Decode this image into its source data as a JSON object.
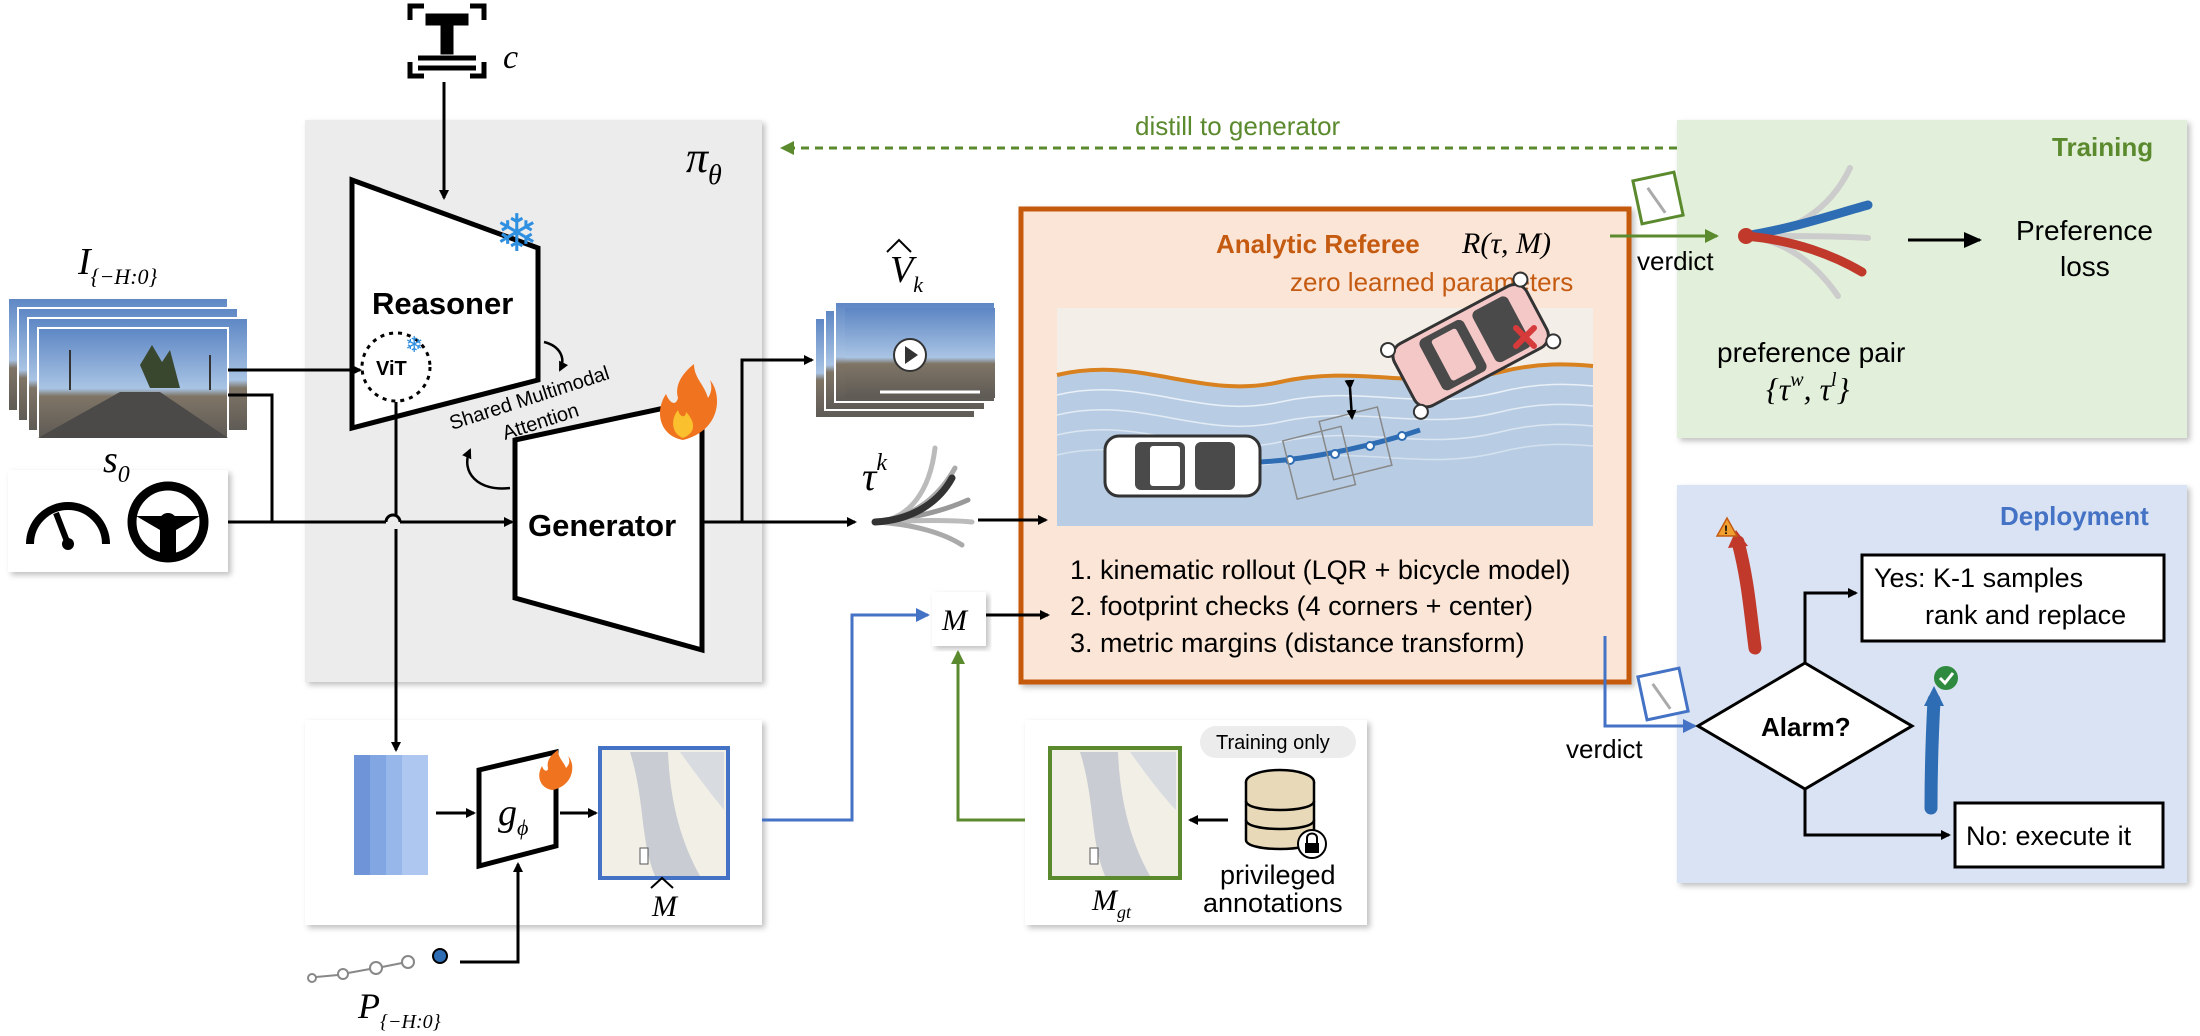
{
  "text_input": {
    "symbol": "c"
  },
  "policy": {
    "symbol": "π",
    "subscript": "θ"
  },
  "images_input": {
    "symbol": "I",
    "subscript": "{−H:0}"
  },
  "state_input": {
    "symbol": "s",
    "subscript": "0"
  },
  "reasoner": {
    "label": "Reasoner",
    "vit_label": "ViT"
  },
  "shared_attention": {
    "line1": "Shared Multimodal",
    "line2": "Attention"
  },
  "generator": {
    "label": "Generator"
  },
  "video_output": {
    "symbol": "V",
    "subscript": "k"
  },
  "trajectories": {
    "symbol": "τ",
    "superscript": "k"
  },
  "distill": {
    "label": "distill to generator"
  },
  "referee": {
    "title": "Analytic Referee",
    "formula": "R(τ, M)",
    "subtitle": "zero learned parameters",
    "steps": [
      "1. kinematic rollout (LQR + bicycle model)",
      "2. footprint checks (4 corners + center)",
      "3. metric margins (distance transform)"
    ]
  },
  "map_node": {
    "symbol": "M"
  },
  "map_head": {
    "symbol": "g",
    "subscript": "ϕ",
    "output_symbol": "M"
  },
  "past_poses": {
    "symbol": "P",
    "subscript": "{−H:0}"
  },
  "gt_map": {
    "symbol": "M",
    "subscript": "gt"
  },
  "training_only": {
    "badge": "Training only",
    "line1": "privileged",
    "line2": "annotations"
  },
  "training": {
    "title": "Training",
    "verdict": "verdict",
    "pair_label": "preference pair",
    "pair_formula": "{τ",
    "pair_w": "w",
    "pair_mid": ", τ",
    "pair_l": "l",
    "pair_end": "}",
    "loss_line1": "Preference",
    "loss_line2": "loss"
  },
  "deployment": {
    "title": "Deployment",
    "verdict": "verdict",
    "decision": "Alarm?",
    "yes_line1": "Yes: K-1 samples",
    "yes_line2": "rank and replace",
    "no_label": "No: execute it"
  },
  "colors": {
    "training_green": "#5b8a2e",
    "deployment_blue": "#4472c4",
    "referee_orange": "#c55a11",
    "referee_fill": "#fbe5d6",
    "policy_gray": "#ececec",
    "training_fill": "#e2efda",
    "deployment_fill": "#dae3f3",
    "preferred_blue": "#2e6db4",
    "rejected_red": "#c0392b"
  }
}
